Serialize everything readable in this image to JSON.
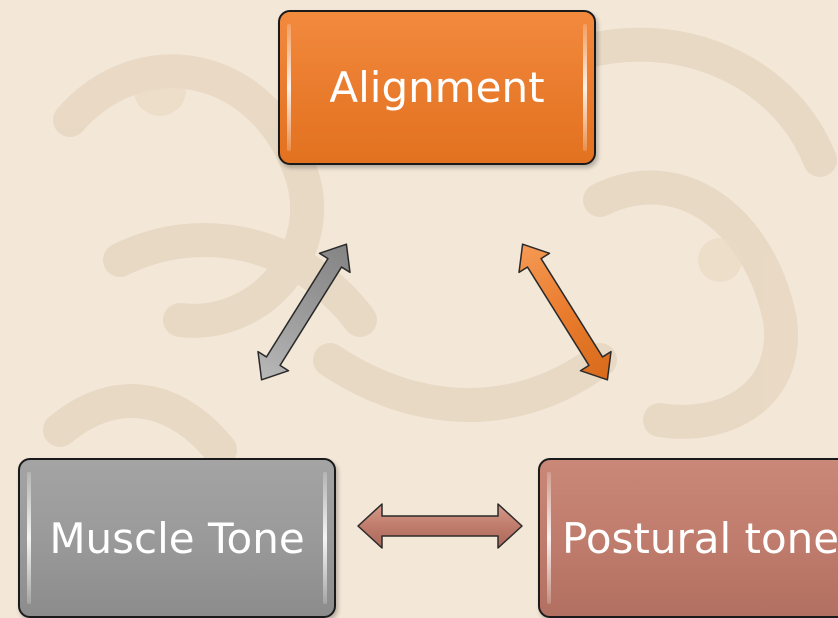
{
  "nodes": {
    "alignment": "Alignment",
    "muscle_tone": "Muscle Tone",
    "postural_tone": "Postural tone"
  },
  "colors": {
    "alignment": "#ea7c2e",
    "muscle_tone": "#9a9a9a",
    "postural_tone": "#c07c6c",
    "arrow_left": "#9a9a9a",
    "arrow_right": "#ea7c2e",
    "arrow_bottom": "#c07c6c",
    "background": "#f3e7d7"
  },
  "connections": [
    {
      "from": "Alignment",
      "to": "Muscle Tone",
      "type": "bidirectional"
    },
    {
      "from": "Alignment",
      "to": "Postural tone",
      "type": "bidirectional"
    },
    {
      "from": "Muscle Tone",
      "to": "Postural tone",
      "type": "bidirectional"
    }
  ]
}
